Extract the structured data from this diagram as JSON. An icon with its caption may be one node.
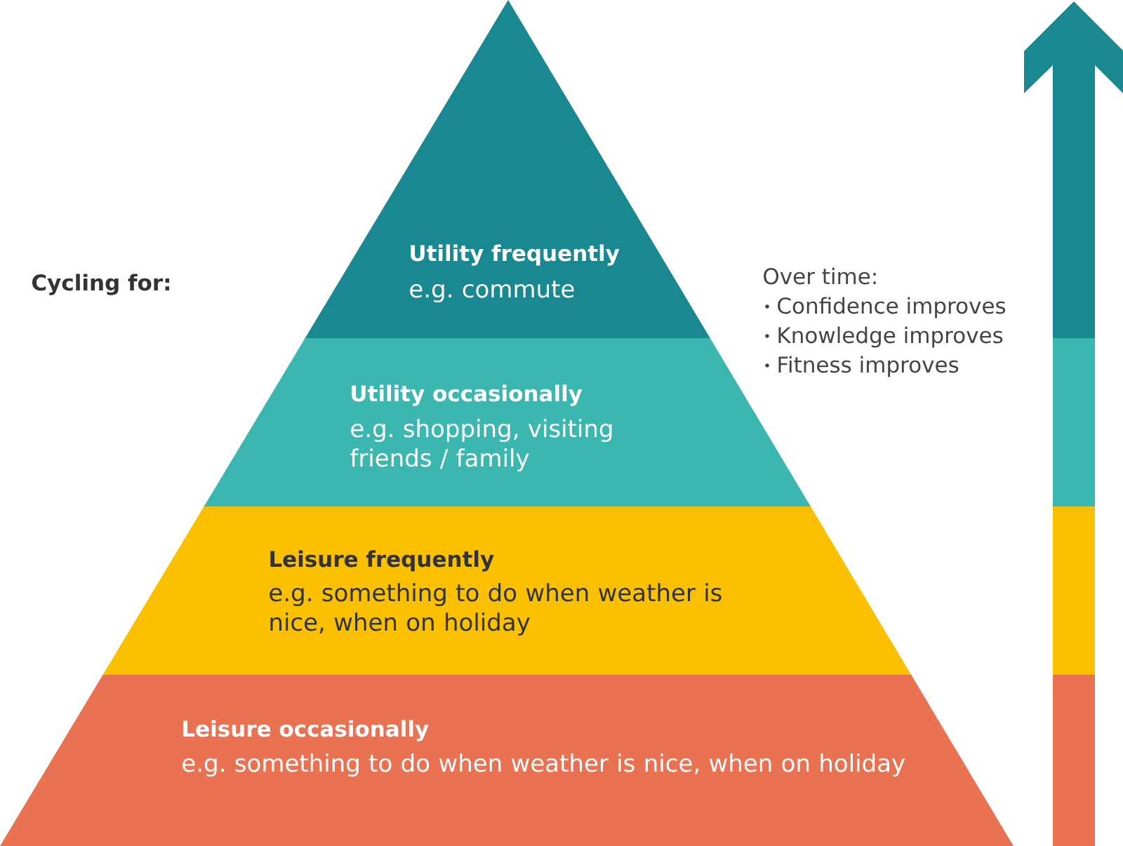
{
  "diagram": {
    "nodes": [
      {
        "text": [
          "Utility frequently",
          "e.g. commute"
        ]
      },
      {
        "text": [
          "Utility occasionally",
          "e.g. shopping, visiting friends / family"
        ]
      },
      {
        "text": [
          "Leisure frequently",
          "e.g. something to do when weather is nice, when on holiday"
        ]
      },
      {
        "text": [
          "Leisure occasionally",
          "e.g. something to do when weather is nice, when on holiday"
        ]
      }
    ],
    "labels": [
      "Cycling for:",
      "Over time:",
      "Confidence improves",
      "Knowledge improves",
      "Fitness improves"
    ]
  }
}
